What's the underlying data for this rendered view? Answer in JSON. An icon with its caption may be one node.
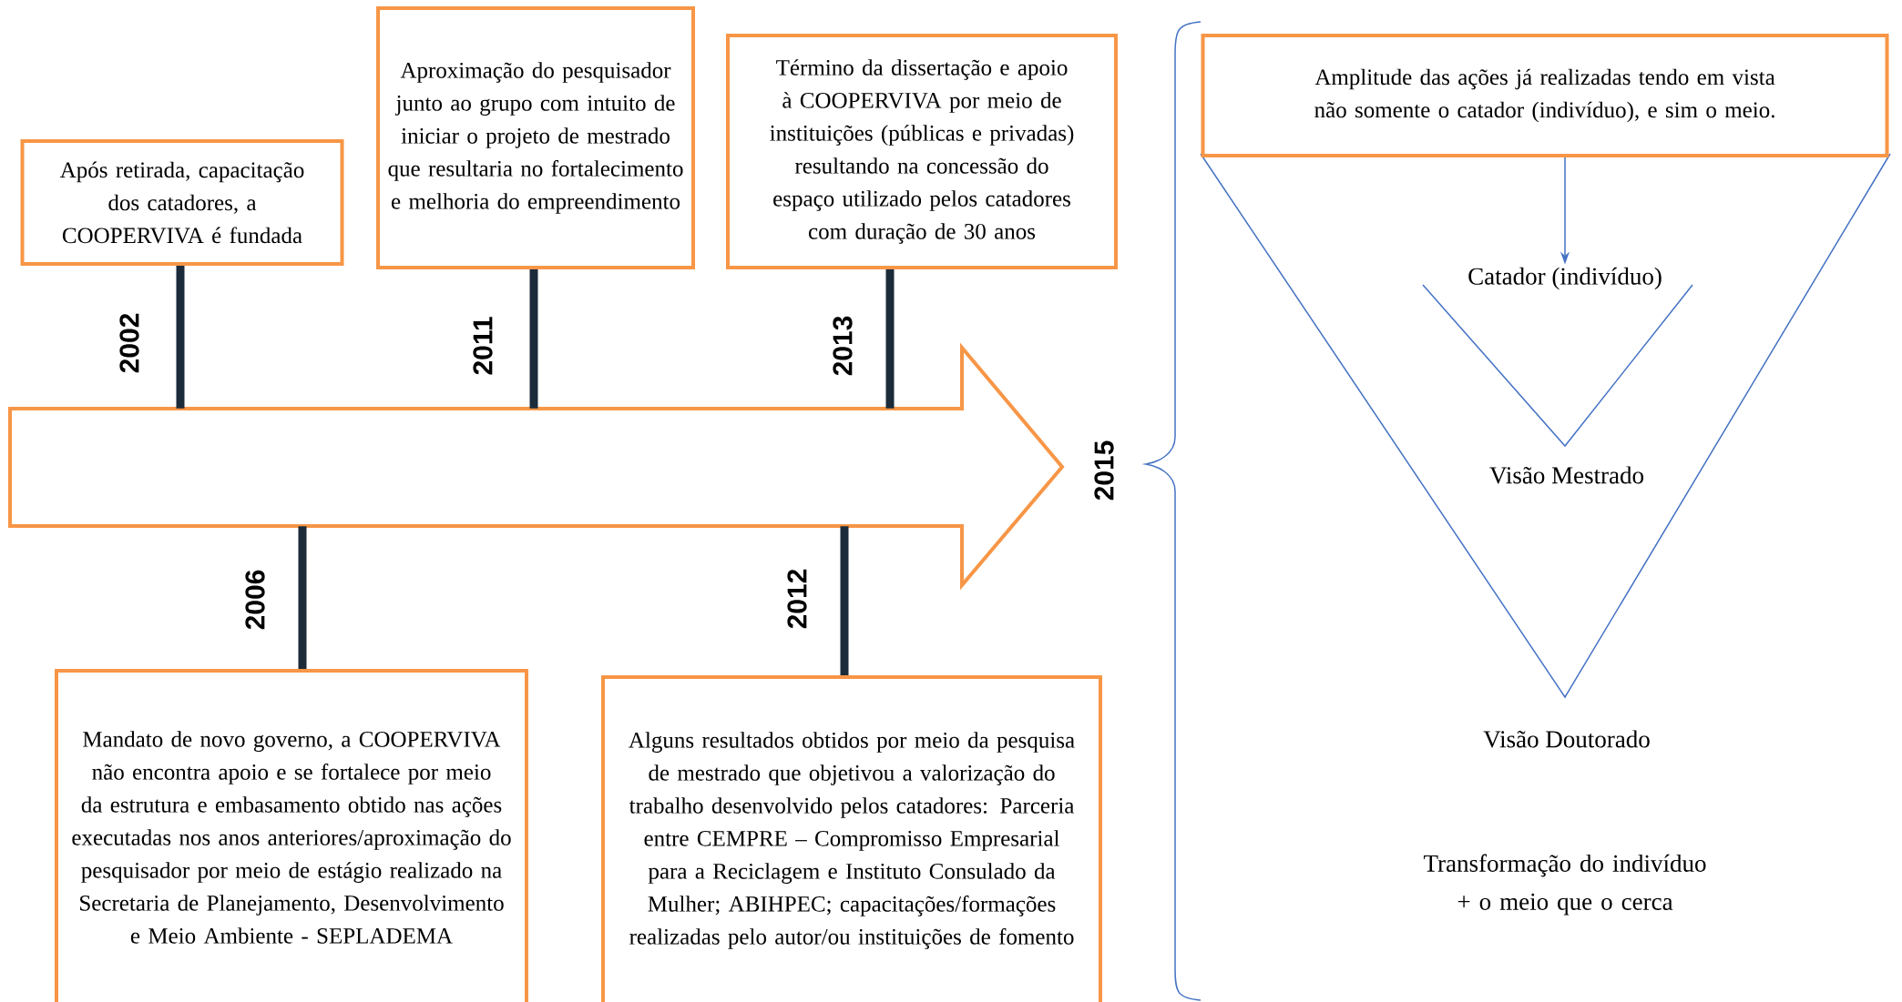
{
  "diagram": {
    "nodes": [
      {
        "text": [
          "Após retirada, capacitação dos catadores, a COOPERVIVA é fundada"
        ]
      },
      {
        "text": [
          "Aproximação do pesquisador junto ao grupo com intuito de iniciar o projeto de mestrado que resultaria no fortalecimento e melhoria do empreendimento"
        ]
      },
      {
        "text": [
          "Término da dissertação e apoio à COOPERVIVA por meio de instituições (públicas e privadas) resultando na concessão do espaço utilizado pelos catadores com duração de 30 anos"
        ]
      },
      {
        "text": [
          "Mandato de novo governo, a COOPERVIVA não encontra apoio e se fortalece por meio da estrutura e embasamento obtido nas ações executadas nos anos anteriores/aproximação do pesquisador por meio de estágio realizado na Secretaria de Planejamento, Desenvolvimento e Meio Ambiente - SEPLADEMA"
        ]
      },
      {
        "text": [
          "Alguns resultados obtidos por meio da pesquisa de mestrado que objetivou a valorização do trabalho desenvolvido pelos catadores: Parceria entre CEMPRE – Compromisso Empresarial para a Reciclagem e Instituto Consulado da Mulher; ABIHPEC; capacitações/formações realizadas pelo autor/ou instituições de fomento"
        ]
      },
      {
        "text": [],
        "shape": "arrow"
      },
      {
        "text": [
          "Amplitude das ações já realizadas tendo em vista não somente o catador (indivíduo), e sim o meio."
        ]
      },
      {
        "text": [
          "Catador (indivíduo)"
        ]
      }
    ],
    "edges": [
      {
        "from": 0,
        "to": 5,
        "arrow": "none"
      },
      {
        "from": 1,
        "to": 5,
        "arrow": "none"
      },
      {
        "from": 2,
        "to": 5,
        "arrow": "none"
      },
      {
        "from": 3,
        "to": 5,
        "arrow": "none"
      },
      {
        "from": 4,
        "to": 5,
        "arrow": "none"
      },
      {
        "from": 6,
        "to": 7,
        "arrow": "to",
        "color": "#4472c4"
      }
    ],
    "labels": [
      "2002",
      "2011",
      "2013",
      "2015",
      "Visão Mestrado",
      "2006",
      "2012",
      "Visão Doutorado",
      "Transformação do indivíduo + o meio que o cerca"
    ]
  }
}
